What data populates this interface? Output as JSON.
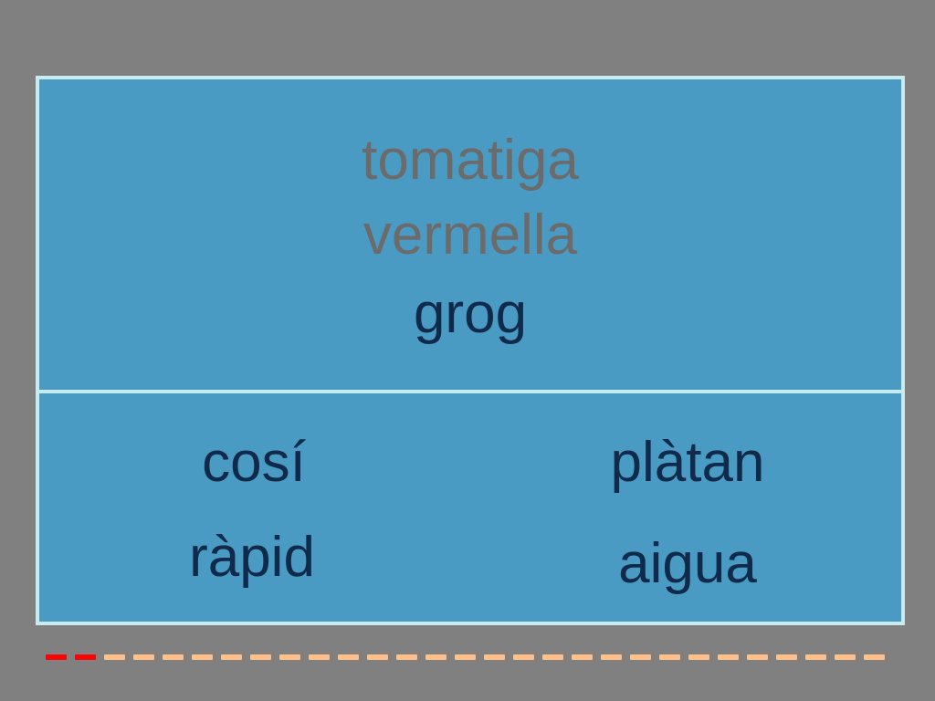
{
  "game": {
    "history": {
      "previous": [
        "tomatiga",
        "vermella"
      ],
      "current": "grog"
    },
    "options": [
      {
        "label": "cosí"
      },
      {
        "label": "plàtan"
      },
      {
        "label": "ràpid"
      },
      {
        "label": "aigua"
      }
    ],
    "progress": {
      "completed": 2,
      "total": 29,
      "colors": {
        "completed": "#ff0000",
        "remaining": "#ffc08a"
      }
    }
  },
  "colors": {
    "background": "#808080",
    "card_fill": "#4a9bc3",
    "card_border": "#c9ebf0",
    "previous_text": "#6b6b6b",
    "current_text": "#0f2a4a"
  }
}
